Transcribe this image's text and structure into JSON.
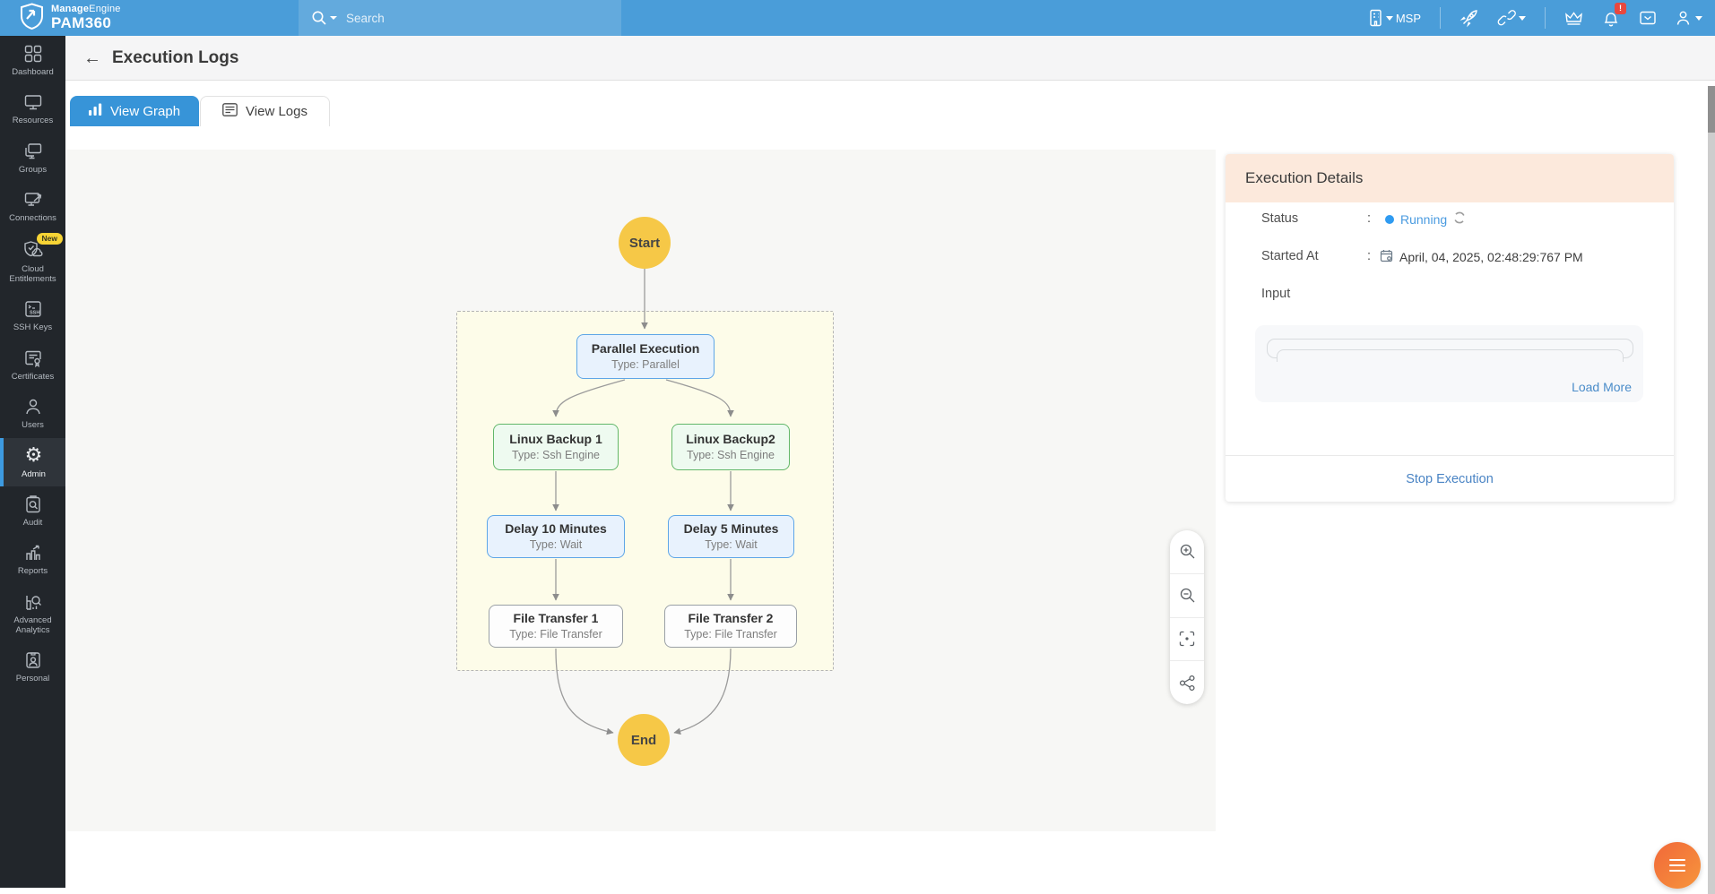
{
  "app": {
    "brand_manage": "Manage",
    "brand_engine": "Engine",
    "product": "PAM360",
    "msp_label": "MSP",
    "notification_badge": "!"
  },
  "topbar": {
    "search_placeholder": "Search",
    "icons": [
      "search",
      "organization",
      "rocket",
      "link",
      "crown",
      "notifications",
      "inbox",
      "account"
    ]
  },
  "sidebar": {
    "items": [
      {
        "label": "Dashboard"
      },
      {
        "label": "Resources"
      },
      {
        "label": "Groups"
      },
      {
        "label": "Connections"
      },
      {
        "label": "Cloud Entitlements",
        "badge": "New"
      },
      {
        "label": "SSH Keys"
      },
      {
        "label": "Certificates"
      },
      {
        "label": "Users"
      },
      {
        "label": "Admin",
        "active": true
      },
      {
        "label": "Audit"
      },
      {
        "label": "Reports"
      },
      {
        "label": "Advanced Analytics"
      },
      {
        "label": "Personal"
      }
    ]
  },
  "header": {
    "title": "Execution Logs"
  },
  "tabs": {
    "graph": "View Graph",
    "logs": "View Logs"
  },
  "flow": {
    "start": "Start",
    "end": "End",
    "nodes": [
      {
        "title": "Parallel Execution",
        "subtitle": "Type: Parallel"
      },
      {
        "title": "Linux Backup 1",
        "subtitle": "Type: Ssh Engine"
      },
      {
        "title": "Linux Backup2",
        "subtitle": "Type: Ssh Engine"
      },
      {
        "title": "Delay 10 Minutes",
        "subtitle": "Type: Wait"
      },
      {
        "title": "Delay 5 Minutes",
        "subtitle": "Type: Wait"
      },
      {
        "title": "File Transfer 1",
        "subtitle": "Type: File Transfer"
      },
      {
        "title": "File Transfer 2",
        "subtitle": "Type: File Transfer"
      }
    ]
  },
  "details": {
    "title": "Execution Details",
    "status_label": "Status",
    "status_value": "Running",
    "started_label": "Started At",
    "started_value": "April, 04, 2025, 02:48:29:767 PM",
    "input_label": "Input",
    "load_more": "Load More",
    "stop": "Stop Execution"
  },
  "colors": {
    "topbar_blue": "#4a9dd9",
    "accent_blue": "#3794d8",
    "status_running": "#2f9bf1",
    "start_end_node": "#f6c847",
    "parallel_node_border": "#5ea6e7",
    "ssh_node_border": "#63b76a",
    "panel_header_peach": "#fce9dc",
    "fab_orange": "#f2713a",
    "new_badge_yellow": "#f7d435"
  }
}
